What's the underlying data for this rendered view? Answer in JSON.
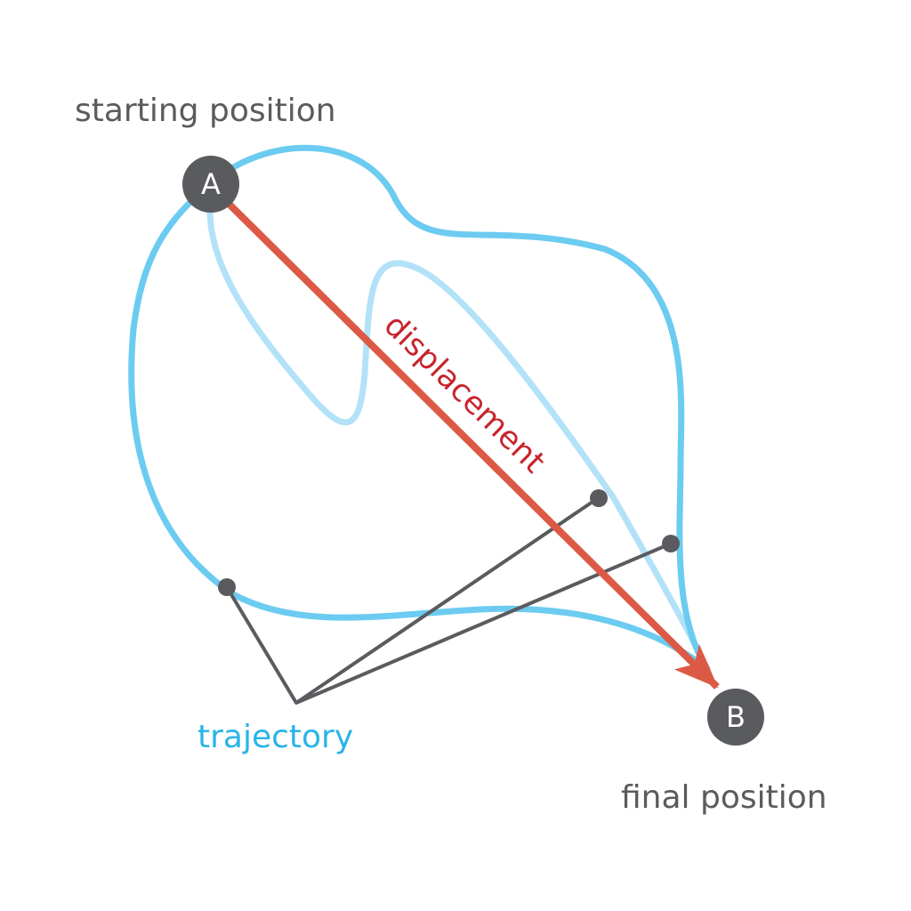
{
  "labels": {
    "start": "starting position",
    "final": "final position",
    "trajectory": "trajectory",
    "displacement": "displacement"
  },
  "nodes": {
    "start": "A",
    "end": "B"
  },
  "colors": {
    "trajectory_dark": "#6ccbf0",
    "trajectory_light": "#b3e2f8",
    "displacement": "#dc5a45",
    "displacement_text": "#c8242c",
    "node": "#5a5b5e",
    "node_text": "#ffffff",
    "label_text": "#5a5b5e",
    "trajectory_text": "#29b5e8",
    "pointer": "#5a5b5e"
  }
}
